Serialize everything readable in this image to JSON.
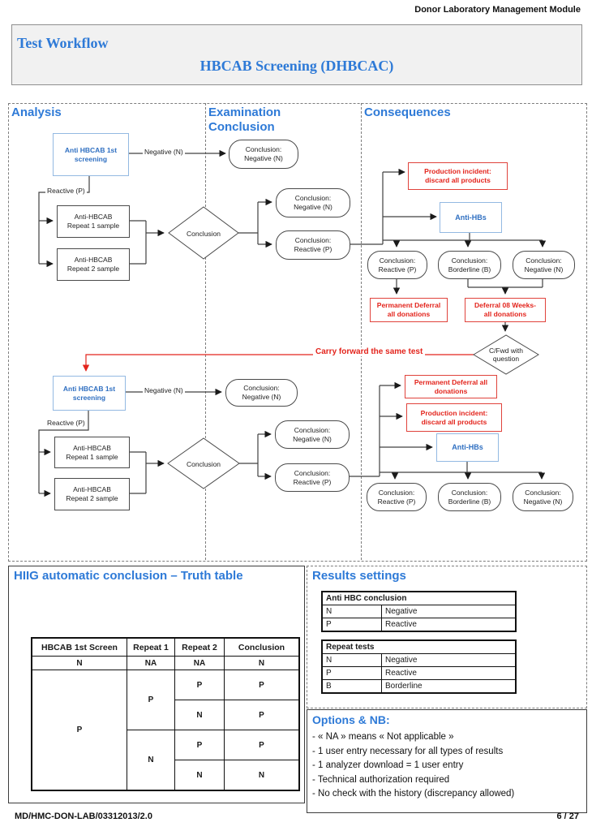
{
  "colors": {
    "accent_blue": "#2e7ad7",
    "node_blue": "#2f6fc1",
    "alert_red": "#e3241c",
    "line": "#1a1a1a"
  },
  "header": {
    "title": "Donor Laboratory Management Module"
  },
  "title_block": {
    "workflow_label": "Test Workflow",
    "screening_title": "HBCAB Screening (DHBCAC)"
  },
  "flow": {
    "headings": {
      "analysis": "Analysis",
      "examination": "Examination\nConclusion",
      "consequences": "Consequences"
    },
    "labels": {
      "negative": "Negative (N)",
      "reactive": "Reactive (P)",
      "carry_forward": "Carry forward the same test"
    },
    "nodes": {
      "screening": "Anti HBCAB 1st\nscreening",
      "repeat1": "Anti-HBCAB\nRepeat 1 sample",
      "repeat2": "Anti-HBCAB\nRepeat 2 sample",
      "conclusion": "Conclusion",
      "concl_negative": "Conclusion:\nNegative (N)",
      "concl_reactive": "Conclusion:\nReactive (P)",
      "concl_borderline": "Conclusion:\nBorderline (B)",
      "production_incident": "Production incident:\ndiscard all products",
      "anti_hbs": "Anti-HBs",
      "permanent_deferral": "Permanent Deferral\nall donations",
      "permanent_deferral_alt": "Permanent Deferral all\ndonations",
      "deferral_8w": "Deferral 08 Weeks-\nall donations",
      "cfwd": "C/Fwd with\nquestion"
    }
  },
  "truth_table": {
    "title": "HIIG automatic conclusion – Truth table",
    "headers": [
      "HBCAB 1st Screen",
      "Repeat 1",
      "Repeat 2",
      "Conclusion"
    ],
    "first_row": [
      "N",
      "NA",
      "NA",
      "N"
    ],
    "screen_p": "P",
    "repeat1_p": "P",
    "repeat1_n": "N",
    "sub": [
      [
        "P",
        "P"
      ],
      [
        "N",
        "P"
      ],
      [
        "P",
        "P"
      ],
      [
        "N",
        "N"
      ]
    ]
  },
  "results_settings": {
    "title": "Results settings",
    "anti_hbc": {
      "title": "Anti HBC conclusion",
      "rows": [
        [
          "N",
          "Negative"
        ],
        [
          "P",
          "Reactive"
        ]
      ]
    },
    "repeat_tests": {
      "title": "Repeat tests",
      "rows": [
        [
          "N",
          "Negative"
        ],
        [
          "P",
          "Reactive"
        ],
        [
          "B",
          "Borderline"
        ]
      ]
    }
  },
  "options": {
    "title": "Options & NB:",
    "items": [
      "- « NA » means « Not applicable »",
      "- 1 user entry necessary for all types of results",
      "- 1 analyzer download = 1 user entry",
      "- Technical authorization required",
      "- No check with the history (discrepancy allowed)"
    ]
  },
  "footer": {
    "doc_ref": "MD/HMC-DON-LAB/03312013/2.0",
    "page": "6 / 27"
  }
}
